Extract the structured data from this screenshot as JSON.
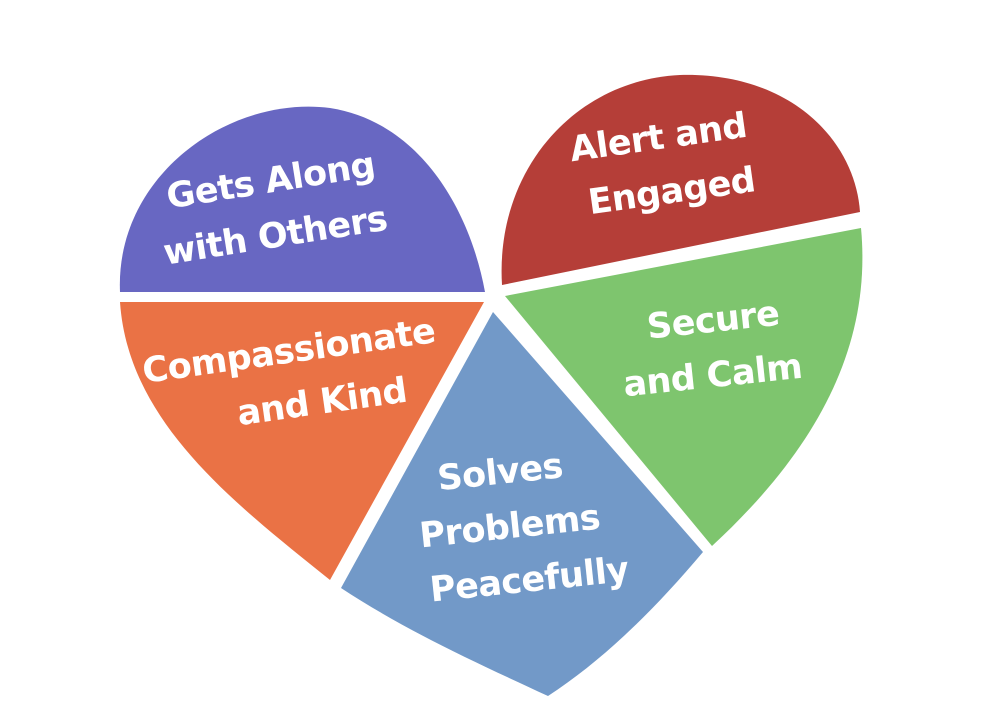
{
  "diagram": {
    "segments": [
      {
        "id": "gets-along",
        "label_lines": [
          "Gets Along",
          "with Others"
        ],
        "color": "#6867c2"
      },
      {
        "id": "alert-engaged",
        "label_lines": [
          "Alert and",
          "Engaged"
        ],
        "color": "#b53e38"
      },
      {
        "id": "compassionate",
        "label_lines": [
          "Compassionate",
          "and Kind"
        ],
        "color": "#ea7245"
      },
      {
        "id": "solves-problems",
        "label_lines": [
          "Solves",
          "Problems",
          "Peacefully"
        ],
        "color": "#7299c8"
      },
      {
        "id": "secure-calm",
        "label_lines": [
          "Secure",
          "and Calm"
        ],
        "color": "#7ec56e"
      }
    ]
  }
}
